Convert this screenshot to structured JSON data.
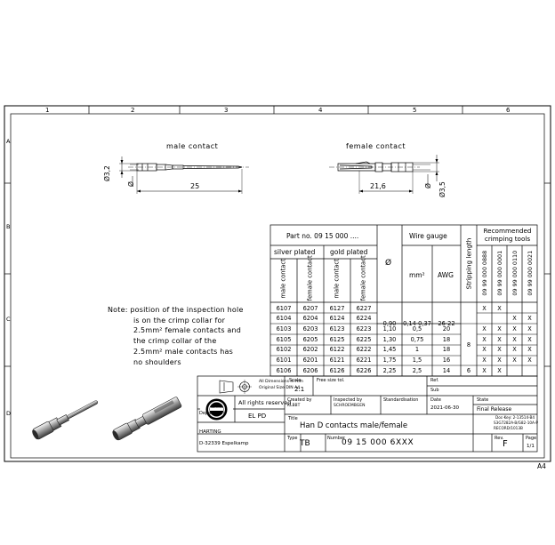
{
  "frame": {
    "cols": [
      "1",
      "2",
      "3",
      "4",
      "5",
      "6"
    ],
    "rows": [
      "A",
      "B",
      "C",
      "D"
    ],
    "sheet_size": "A4"
  },
  "drawings": {
    "male_label": "male contact",
    "female_label": "female contact",
    "male_dims": {
      "diameter": "Ø3,2",
      "diameter_small": "Ø",
      "length": "25"
    },
    "female_dims": {
      "diameter": "Ø3,5",
      "diameter_small": "Ø",
      "length": "21,6"
    }
  },
  "note": {
    "lines": [
      "Note: position of the inspection hole",
      "is on the crimp collar for",
      "2.5mm² female contacts and",
      "the crimp collar of the",
      "2.5mm² male contacts has",
      "no shoulders"
    ]
  },
  "table": {
    "part_no_header": "Part no. 09 15 000 ....",
    "silver_header": "silver plated",
    "gold_header": "gold plated",
    "diameter_header": "Ø",
    "wire_gauge_header": "Wire gauge",
    "mm2_header": "mm²",
    "awg_header": "AWG",
    "stripping_header": "Stripping length",
    "ref_header": "Recommended crimping tools",
    "sub_headers": [
      "male contact",
      "female contact",
      "male contact",
      "female contact"
    ],
    "tool_numbers": [
      "09 99 000 0888",
      "09 99 000 0001",
      "09 99 000 0110",
      "09 99 000 0021"
    ],
    "rows": [
      {
        "sm": "6107",
        "sf": "6207",
        "gm": "6127",
        "gf": "6227",
        "d": "",
        "mm2": "",
        "awg": "",
        "strip": "",
        "tools": [
          "X",
          "X",
          "",
          ""
        ]
      },
      {
        "sm": "6104",
        "sf": "6204",
        "gm": "6124",
        "gf": "6224",
        "d": "0,90",
        "mm2": "0,14-0,37",
        "awg": "26-22",
        "strip": "",
        "tools": [
          "",
          "",
          "X",
          "X"
        ]
      },
      {
        "sm": "6103",
        "sf": "6203",
        "gm": "6123",
        "gf": "6223",
        "d": "1,10",
        "mm2": "0,5",
        "awg": "20",
        "strip": "",
        "tools": [
          "X",
          "X",
          "X",
          "X"
        ]
      },
      {
        "sm": "6105",
        "sf": "6205",
        "gm": "6125",
        "gf": "6225",
        "d": "1,30",
        "mm2": "0,75",
        "awg": "18",
        "strip": "8",
        "tools": [
          "X",
          "X",
          "X",
          "X"
        ]
      },
      {
        "sm": "6102",
        "sf": "6202",
        "gm": "6122",
        "gf": "6222",
        "d": "1,45",
        "mm2": "1",
        "awg": "18",
        "strip": "",
        "tools": [
          "X",
          "X",
          "X",
          "X"
        ]
      },
      {
        "sm": "6101",
        "sf": "6201",
        "gm": "6121",
        "gf": "6221",
        "d": "1,75",
        "mm2": "1,5",
        "awg": "16",
        "strip": "",
        "tools": [
          "X",
          "X",
          "X",
          "X"
        ]
      },
      {
        "sm": "6106",
        "sf": "6206",
        "gm": "6126",
        "gf": "6226",
        "d": "2,25",
        "mm2": "2,5",
        "awg": "14",
        "strip": "6",
        "tools": [
          "X",
          "X",
          "",
          ""
        ]
      }
    ]
  },
  "title_block": {
    "dims_note_1": "All Dimensions in mm",
    "dims_note_2": "Original Size DIN A4",
    "scale_label": "Scale",
    "scale_value": "2:1",
    "free_size_label": "Free size tol.",
    "ref_label": "Ref.",
    "sub_label": "Sub",
    "rights": "All rights reserved",
    "created_label": "Created by",
    "created_value": "KLBBT",
    "inspected_label": "Inspected by",
    "inspected_value": "SCHROEMBGEN",
    "standard_label": "Standardisation",
    "date_label": "Date",
    "date_value": "2021-06-30",
    "state_label": "State",
    "state_value": "Final Release",
    "dept_label": "Department",
    "dept_value": "EL PD",
    "doc_key": [
      "Doc-Key: 2-13514-B4",
      "S3G7282A-B/G82-10A-P",
      "RECORD/1013B"
    ],
    "title_label": "Title",
    "title_value": "Han D contacts male/female",
    "company": "HARTING",
    "address": "D-32339 Espelkamp",
    "type_label": "Type",
    "type_value": "TB",
    "number_label": "Number",
    "number_value": "09 15 000 6XXX",
    "rev_label": "Rev.",
    "rev_value": "F",
    "page_label": "Page",
    "page_value": "1/1"
  }
}
